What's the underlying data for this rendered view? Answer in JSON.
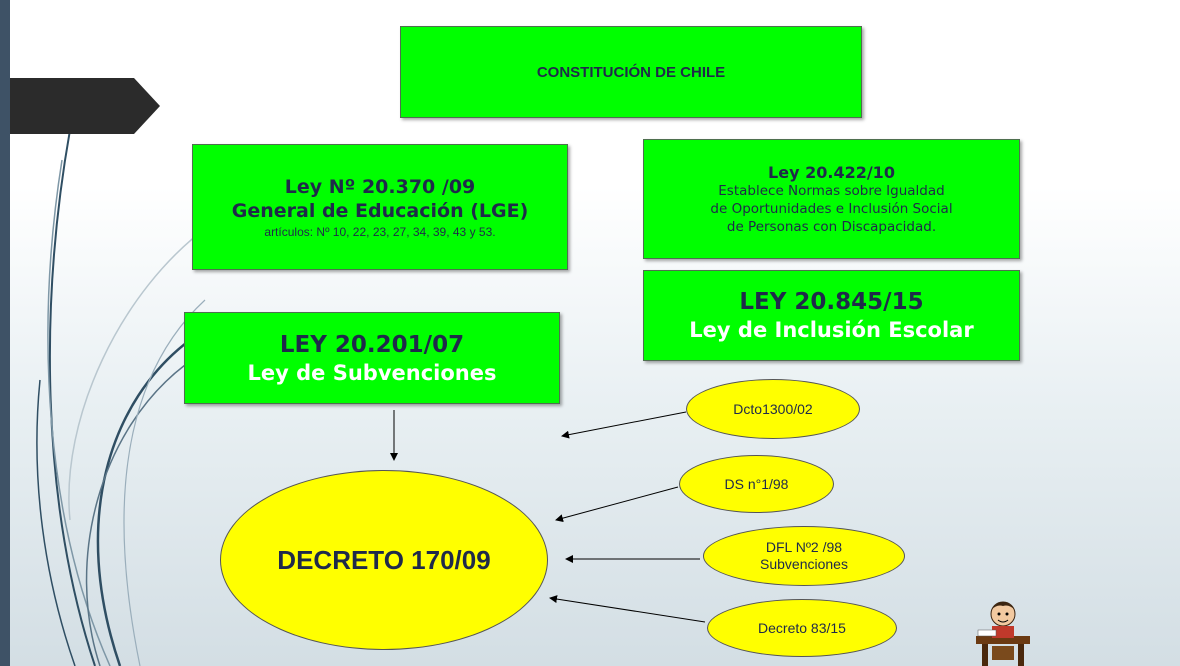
{
  "nodes": {
    "constitucion": "CONSTITUCIÓN DE CHILE",
    "lge": {
      "line1": "Ley Nº 20.370 /09",
      "line2": "General de Educación (LGE)",
      "line3": "artículos: Nº 10, 22, 23, 27, 34, 39, 43 y 53."
    },
    "ley20422": {
      "line1": "Ley 20.422/10",
      "line2": "Establece Normas sobre Igualdad",
      "line3": "de Oportunidades e Inclusión Social",
      "line4": "de  Personas con Discapacidad."
    },
    "ley20845": {
      "line1": "LEY 20.845/15",
      "line2": "Ley de Inclusión Escolar"
    },
    "ley20201": {
      "line1": "LEY 20.201/07",
      "line2": "Ley de Subvenciones"
    },
    "decreto170": "DECRETO 170/09",
    "dcto1300": "Dcto1300/02",
    "ds198": "DS n°1/98",
    "dfl298": {
      "line1": "DFL Nº2 /98",
      "line2": "Subvenciones"
    },
    "decreto83": "Decreto 83/15"
  },
  "edges": [
    {
      "from": "ley20201",
      "to": "decreto170"
    },
    {
      "from": "dcto1300",
      "to": "decreto170"
    },
    {
      "from": "ds198",
      "to": "decreto170"
    },
    {
      "from": "dfl298",
      "to": "decreto170"
    },
    {
      "from": "decreto83",
      "to": "decreto170"
    }
  ],
  "colors": {
    "box_fill": "#00ff00",
    "ellipse_fill": "#ffff00",
    "text_dark": "#1f2a4a",
    "accent_bar": "#3e5266"
  }
}
